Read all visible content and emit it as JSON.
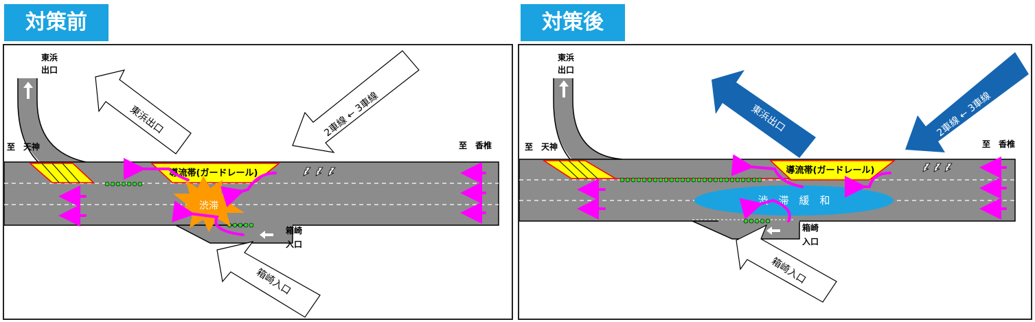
{
  "before": {
    "tab_title": "対策前",
    "exit_label_1": "東浜",
    "exit_label_2": "出口",
    "to_tenjin": "至　天神",
    "to_kashii": "至　香椎",
    "arrow_exit_text": "東浜出口",
    "arrow_lanes_text": "2車線 ← 3車線",
    "guide_zone": "導流帯(ガードレール)",
    "congestion": "渋滞",
    "entrance_label_1": "箱崎",
    "entrance_label_2": "入口",
    "arrow_entrance_text": "箱崎入口"
  },
  "after": {
    "tab_title": "対策後",
    "exit_label_1": "東浜",
    "exit_label_2": "出口",
    "to_tenjin": "至　天神",
    "to_kashii": "至　香椎",
    "arrow_exit_text": "東浜出口",
    "arrow_lanes_text": "2車線 ← 3車線",
    "guide_zone": "導流帯(ガードレール)",
    "relief": "渋　滞　緩　和",
    "entrance_label_1": "箱崎",
    "entrance_label_2": "入口",
    "arrow_entrance_text": "箱崎入口"
  },
  "colors": {
    "tab": "#1aa3e0",
    "road": "#8c8c8c",
    "magenta": "#ff00ff",
    "guide": "#ffff00",
    "burst": "#ff9900",
    "relief": "#1aa3e0",
    "blue_arrow": "#1565b0",
    "dots": "#33cc33"
  }
}
